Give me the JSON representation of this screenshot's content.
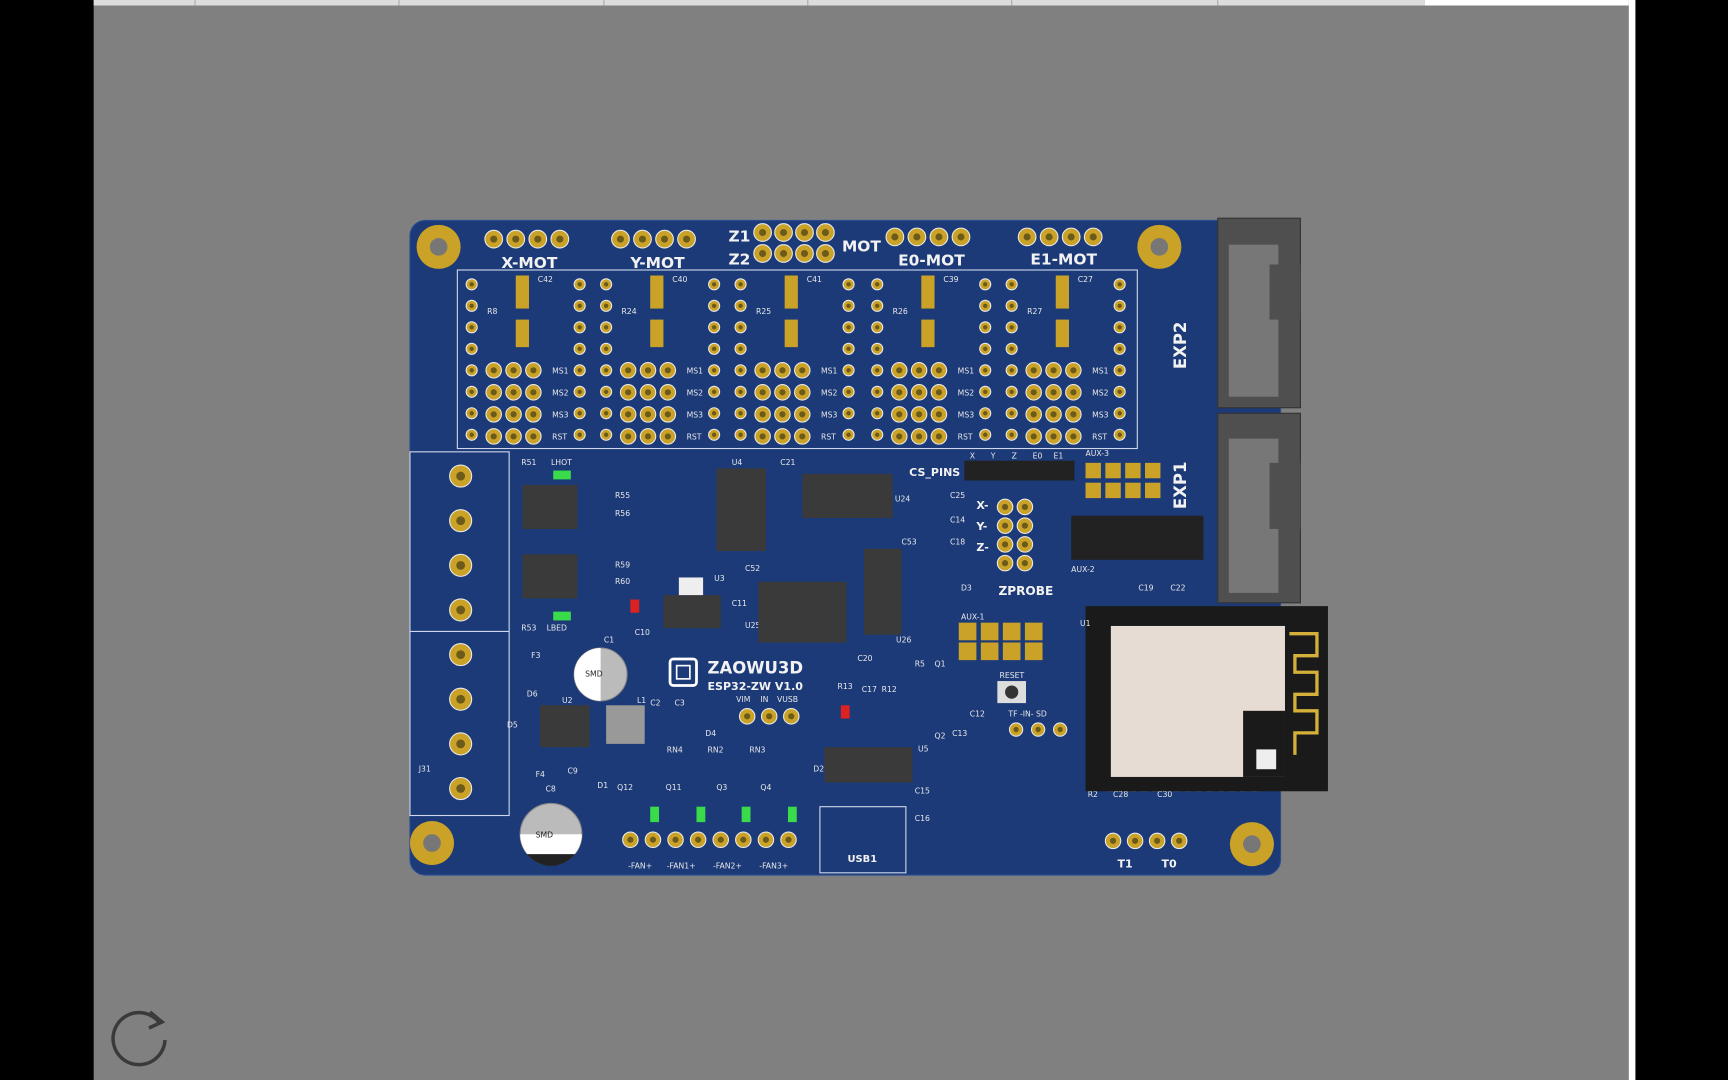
{
  "viewer": {
    "background": "#808080",
    "refresh_icon": "refresh-icon"
  },
  "board": {
    "brand": "ZAOWU3D",
    "model": "ESP32-ZW V1.0",
    "colors": {
      "pcb": "#1c3a78",
      "gold": "#c9a227",
      "connector": "#555555",
      "module": "#e7dcd4"
    },
    "motor_labels": [
      "X-MOT",
      "Y-MOT",
      "Z1",
      "Z2",
      "MOT",
      "E0-MOT",
      "E1-MOT"
    ],
    "driver_refs": [
      "R8",
      "R24",
      "R25",
      "R26",
      "R27"
    ],
    "cap_refs": [
      "C42",
      "C40",
      "C41",
      "C39",
      "C27"
    ],
    "ms_labels": [
      "MS1",
      "MS2",
      "MS3",
      "RST"
    ],
    "connectors": {
      "exp2": "EXP2",
      "exp1": "EXP1",
      "aux1": "AUX-1",
      "aux2": "AUX-2",
      "aux3": "AUX-3",
      "zprobe": "ZPROBE",
      "cs_pins": "CS_PINS",
      "usb": "USB1",
      "j31": "J31"
    },
    "cs_axes": [
      "X",
      "Y",
      "Z",
      "E0",
      "E1"
    ],
    "zprobe_axes": [
      "X-",
      "Y-",
      "Z-"
    ],
    "parts": [
      "R51",
      "LHOT",
      "R55",
      "R56",
      "R59",
      "R60",
      "R53",
      "LBED",
      "U4",
      "C21",
      "U24",
      "C25",
      "C14",
      "C18",
      "C53",
      "U3",
      "C52",
      "U25",
      "C11",
      "C10",
      "U26",
      "D3",
      "C20",
      "C1",
      "F3",
      "D6",
      "U2",
      "L1",
      "D5",
      "C9",
      "D1",
      "C8",
      "F4",
      "D4",
      "C2",
      "C3",
      "U1",
      "C19",
      "C22",
      "R5",
      "Q1",
      "Q2",
      "C12",
      "C13",
      "R13",
      "R12",
      "C17",
      "U5",
      "C15",
      "C16",
      "D2",
      "Q12",
      "Q11",
      "Q3",
      "Q4",
      "RN4",
      "RN2",
      "RN3",
      "R2",
      "C28",
      "C30"
    ],
    "power_labels": [
      "VIM",
      "IN",
      "VUSB"
    ],
    "reset_label": "RESET",
    "sd_labels": "TF -IN- SD",
    "fan_labels": [
      "-FAN+",
      "-FAN1+",
      "-FAN2+",
      "-FAN3+"
    ],
    "thermistor_labels": [
      "T1",
      "T0"
    ],
    "cap_marking": "SMD"
  }
}
